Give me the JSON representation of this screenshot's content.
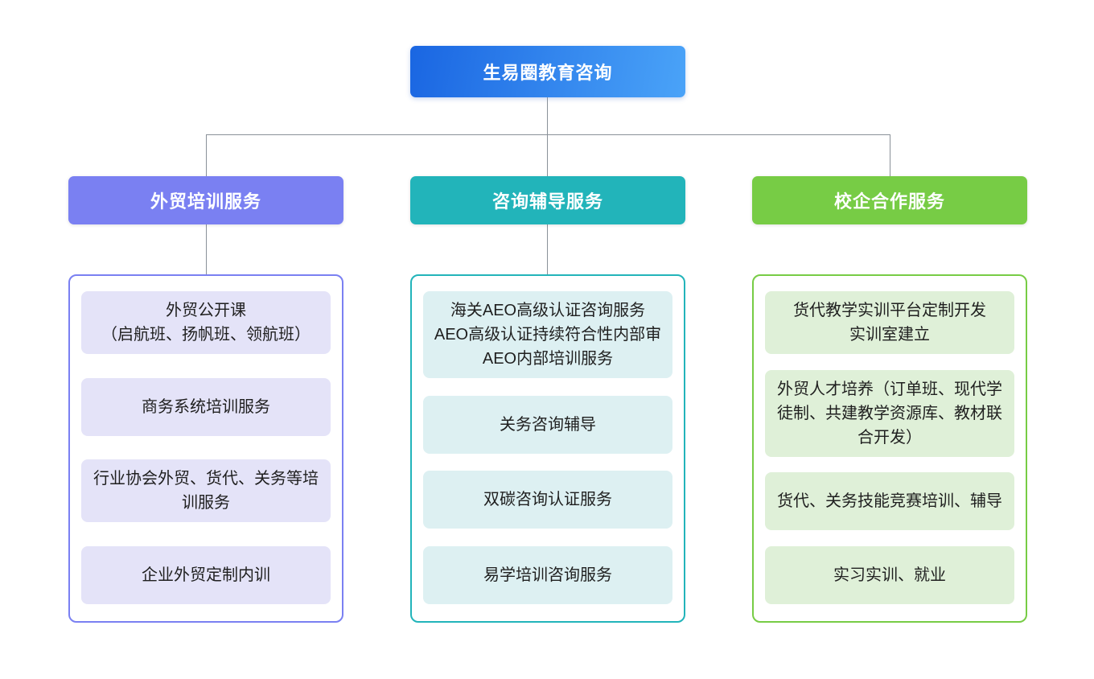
{
  "root": {
    "label": "生易圈教育咨询"
  },
  "colors": {
    "root_gradient": [
      "#1a66e2",
      "#4aa3f8"
    ],
    "connector": "#8a9199",
    "item_text": "#1f1f1f"
  },
  "branches": [
    {
      "label": "外贸培训服务",
      "accent": "#7a80f2",
      "item_bg": "#e4e3f8",
      "items": [
        "外贸公开课\n（启航班、扬帆班、领航班）",
        "商务系统培训服务",
        "行业协会外贸、货代、关务等培训服务",
        "企业外贸定制内训"
      ]
    },
    {
      "label": "咨询辅导服务",
      "accent": "#22b4ba",
      "item_bg": "#ddf0f2",
      "items": [
        "海关AEO高级认证咨询服务\nAEO高级认证持续符合性内部审\nAEO内部培训服务",
        "关务咨询辅导",
        "双碳咨询认证服务",
        "易学培训咨询服务"
      ]
    },
    {
      "label": "校企合作服务",
      "accent": "#77cc45",
      "item_bg": "#dff0d8",
      "items": [
        "货代教学实训平台定制开发\n实训室建立",
        "外贸人才培养（订单班、现代学徒制、共建教学资源库、教材联合开发）",
        "货代、关务技能竞赛培训、辅导",
        "实习实训、就业"
      ]
    }
  ]
}
